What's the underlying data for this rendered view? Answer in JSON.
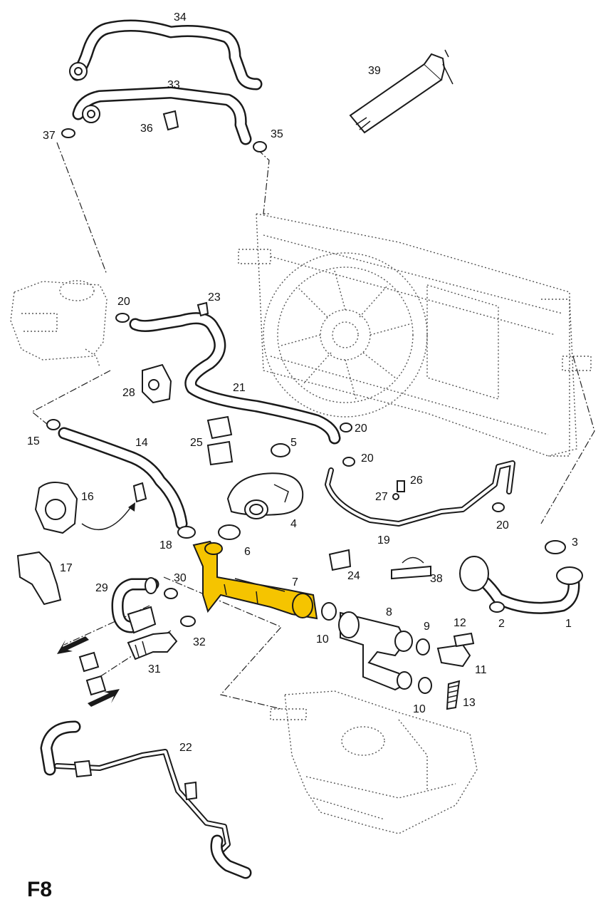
{
  "figure_code": "F8",
  "highlight_color": "#f5c400",
  "callouts": [
    {
      "id": "c1",
      "text": "1"
    },
    {
      "id": "c2",
      "text": "2"
    },
    {
      "id": "c3",
      "text": "3"
    },
    {
      "id": "c4",
      "text": "4"
    },
    {
      "id": "c5",
      "text": "5"
    },
    {
      "id": "c6",
      "text": "6"
    },
    {
      "id": "c7",
      "text": "7"
    },
    {
      "id": "c8",
      "text": "8"
    },
    {
      "id": "c9",
      "text": "9"
    },
    {
      "id": "c10a",
      "text": "10"
    },
    {
      "id": "c10b",
      "text": "10"
    },
    {
      "id": "c11",
      "text": "11"
    },
    {
      "id": "c12",
      "text": "12"
    },
    {
      "id": "c13",
      "text": "13"
    },
    {
      "id": "c14",
      "text": "14"
    },
    {
      "id": "c15",
      "text": "15"
    },
    {
      "id": "c16",
      "text": "16"
    },
    {
      "id": "c17",
      "text": "17"
    },
    {
      "id": "c18",
      "text": "18"
    },
    {
      "id": "c19",
      "text": "19"
    },
    {
      "id": "c20a",
      "text": "20"
    },
    {
      "id": "c20b",
      "text": "20"
    },
    {
      "id": "c20c",
      "text": "20"
    },
    {
      "id": "c20d",
      "text": "20"
    },
    {
      "id": "c21",
      "text": "21"
    },
    {
      "id": "c22",
      "text": "22"
    },
    {
      "id": "c23",
      "text": "23"
    },
    {
      "id": "c24",
      "text": "24"
    },
    {
      "id": "c25",
      "text": "25"
    },
    {
      "id": "c26",
      "text": "26"
    },
    {
      "id": "c27",
      "text": "27"
    },
    {
      "id": "c28",
      "text": "28"
    },
    {
      "id": "c29",
      "text": "29"
    },
    {
      "id": "c30",
      "text": "30"
    },
    {
      "id": "c31",
      "text": "31"
    },
    {
      "id": "c32",
      "text": "32"
    },
    {
      "id": "c33",
      "text": "33"
    },
    {
      "id": "c34",
      "text": "34"
    },
    {
      "id": "c35",
      "text": "35"
    },
    {
      "id": "c36",
      "text": "36"
    },
    {
      "id": "c37",
      "text": "37"
    },
    {
      "id": "c38",
      "text": "38"
    },
    {
      "id": "c39",
      "text": "39"
    }
  ]
}
